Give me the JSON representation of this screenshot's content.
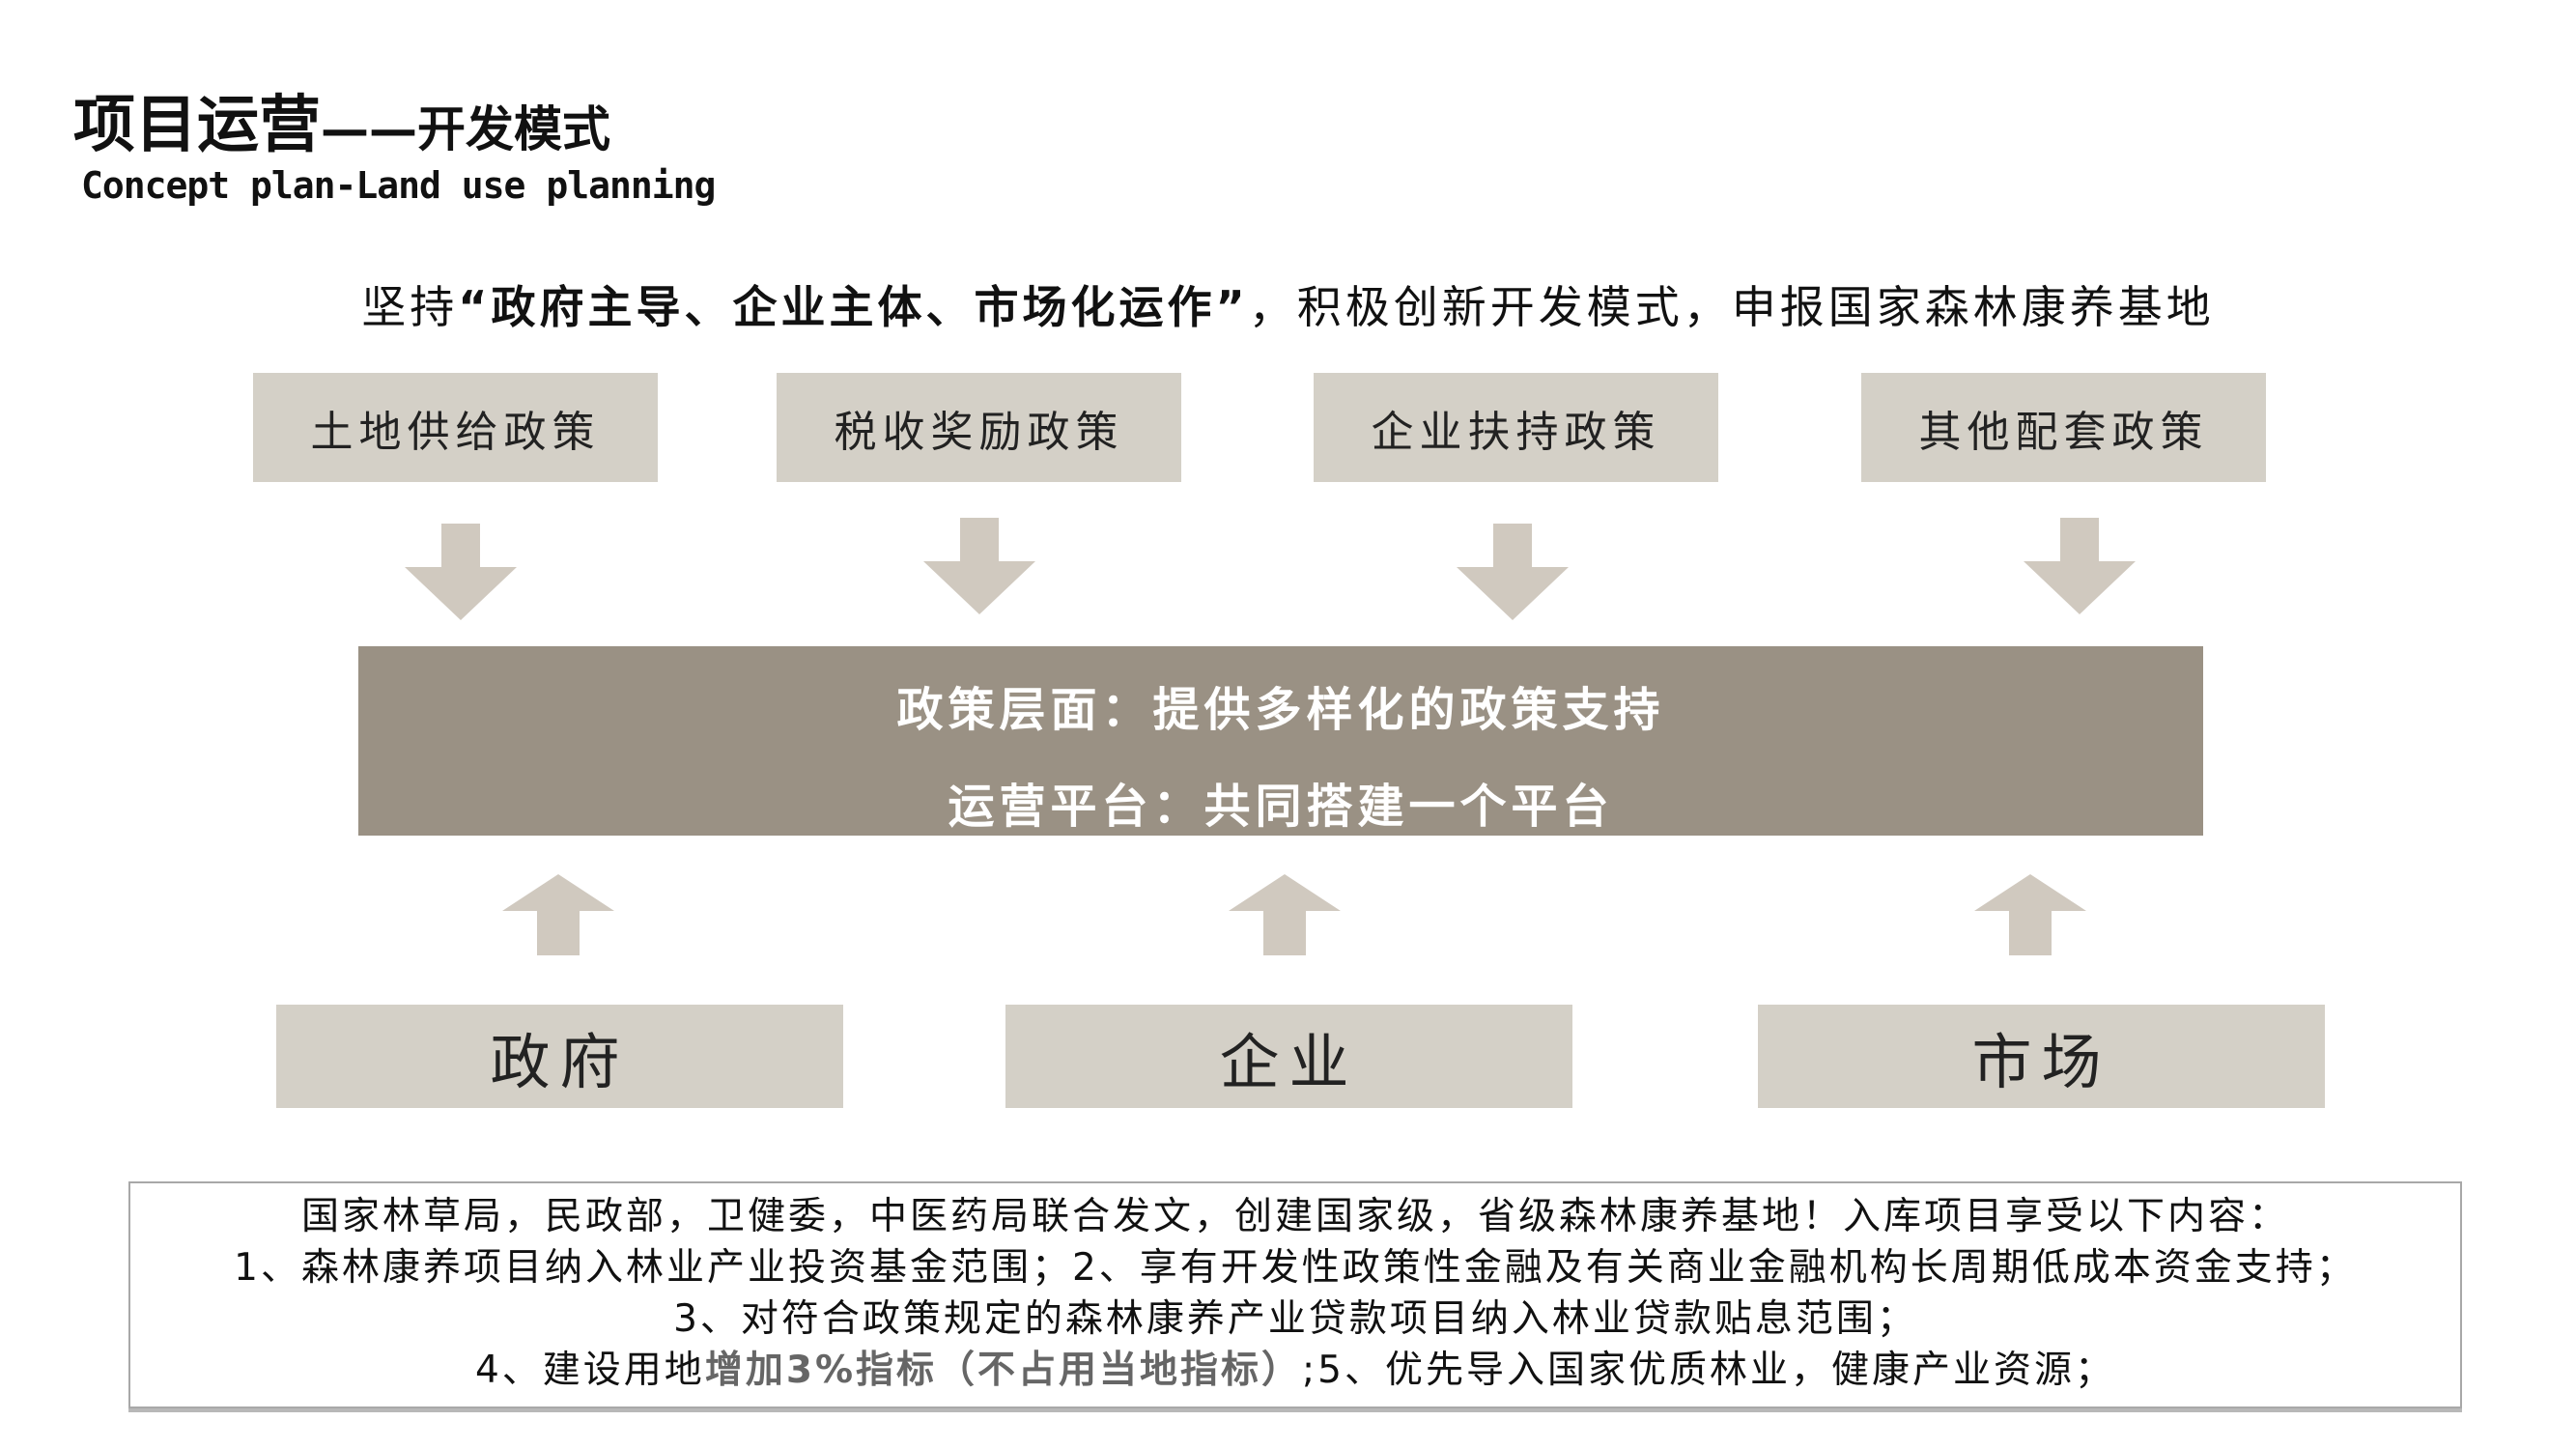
{
  "header": {
    "title_main": "项目运营",
    "title_sub": "——开发模式",
    "subtitle": "Concept plan-Land use planning"
  },
  "statement": {
    "prefix": "坚持",
    "emphasis": "“政府主导、企业主体、市场化运作”",
    "suffix": "，积极创新开发模式，申报国家森林康养基地"
  },
  "policies": [
    "土地供给政策",
    "税收奖励政策",
    "企业扶持政策",
    "其他配套政策"
  ],
  "platform": {
    "line1": "政策层面：提供多样化的政策支持",
    "line2": "运营平台：共同搭建一个平台"
  },
  "actors": [
    "政府",
    "企业",
    "市场"
  ],
  "notes": {
    "line1": "国家林草局，民政部，卫健委，中医药局联合发文，创建国家级，省级森林康养基地！入库项目享受以下内容：",
    "line2": "1、森林康养项目纳入林业产业投资基金范围；2、享有开发性政策性金融及有关商业金融机构长周期低成本资金支持；",
    "line3": "3、对符合政策规定的森林康养产业贷款项目纳入林业贷款贴息范围；",
    "line4_a": "4、建设用地",
    "line4_highlight": "增加3%指标（不占用当地指标）",
    "line4_b": ";5、优先导入国家优质林业，健康产业资源；"
  },
  "colors": {
    "box": "#d4d0c7",
    "arrow": "#d0c9bf",
    "bar": "#9a9184"
  }
}
